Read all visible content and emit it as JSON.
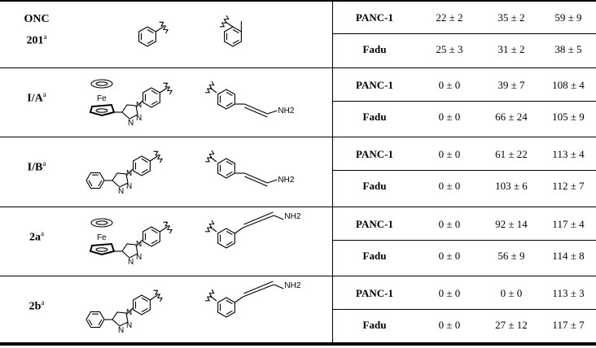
{
  "rows": [
    {
      "compound": [
        "ONC",
        "201"
      ],
      "sup": "a",
      "r1": "phenyl",
      "r2": "o-tolyl",
      "measurements": [
        {
          "line": "PANC-1",
          "v1": "22 ± 2",
          "v2": "35 ± 2",
          "v3": "59 ± 9"
        },
        {
          "line": "Fadu",
          "v1": "25 ± 3",
          "v2": "31 ± 2",
          "v3": "38 ± 5"
        }
      ]
    },
    {
      "compound": [
        "I/A"
      ],
      "sup": "a",
      "r1": "ferrocenyl-triazolyl-phenyl",
      "r2": "p-aminopropynyl-phenyl",
      "measurements": [
        {
          "line": "PANC-1",
          "v1": "0 ± 0",
          "v2": "39 ± 7",
          "v3": "108 ± 4"
        },
        {
          "line": "Fadu",
          "v1": "0 ± 0",
          "v2": "66 ± 24",
          "v3": "105 ± 9"
        }
      ]
    },
    {
      "compound": [
        "I/B"
      ],
      "sup": "a",
      "r1": "phenyl-triazolyl-phenyl",
      "r2": "p-aminopropynyl-phenyl",
      "measurements": [
        {
          "line": "PANC-1",
          "v1": "0 ± 0",
          "v2": "61 ± 22",
          "v3": "113 ± 4"
        },
        {
          "line": "Fadu",
          "v1": "0 ± 0",
          "v2": "103 ± 6",
          "v3": "112 ± 7"
        }
      ]
    },
    {
      "compound": [
        "2a"
      ],
      "sup": "a",
      "r1": "ferrocenyl-triazolyl-phenyl",
      "r2": "m-aminopropynyl-phenyl",
      "measurements": [
        {
          "line": "PANC-1",
          "v1": "0 ± 0",
          "v2": "92 ± 14",
          "v3": "117 ± 4"
        },
        {
          "line": "Fadu",
          "v1": "0 ± 0",
          "v2": "56 ± 9",
          "v3": "114 ± 8"
        }
      ]
    },
    {
      "compound": [
        "2b"
      ],
      "sup": "a",
      "r1": "phenyl-triazolyl-phenyl",
      "r2": "m-aminopropynyl-phenyl",
      "measurements": [
        {
          "line": "PANC-1",
          "v1": "0 ± 0",
          "v2": "0 ± 0",
          "v3": "113 ± 3"
        },
        {
          "line": "Fadu",
          "v1": "0 ± 0",
          "v2": "27 ± 12",
          "v3": "117 ± 7"
        }
      ]
    }
  ],
  "atoms": {
    "fe": "Fe",
    "n": "N",
    "nh2": "NH2"
  }
}
